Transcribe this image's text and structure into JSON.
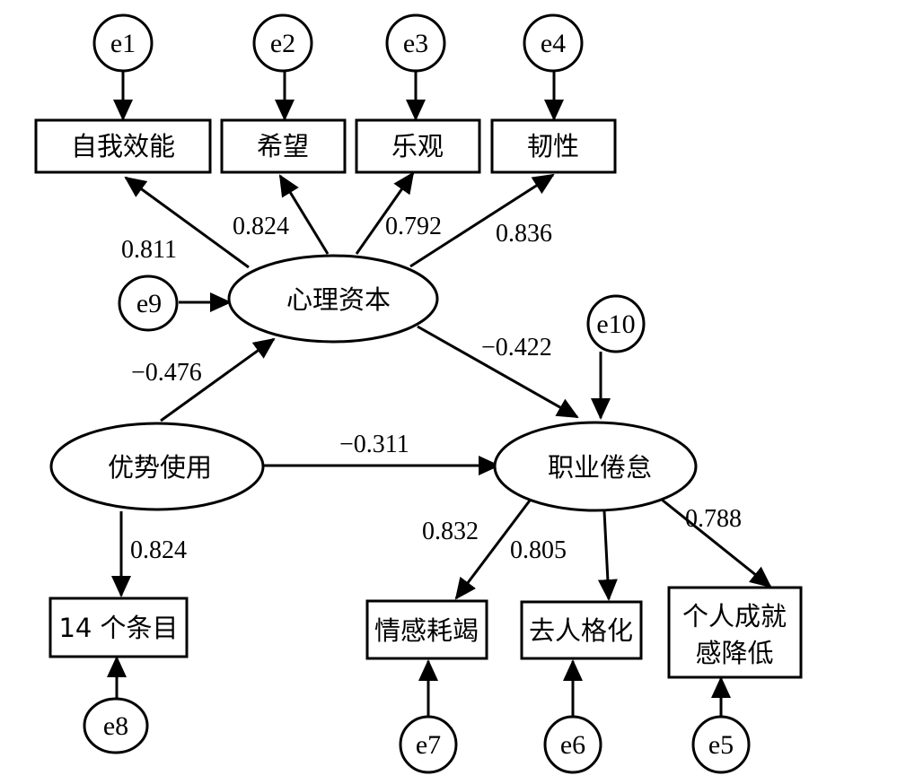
{
  "diagram": {
    "latent": {
      "psych_capital": "心理资本",
      "strength_use": "优势使用",
      "job_burnout": "职业倦怠"
    },
    "observed": {
      "self_efficacy": "自我效能",
      "hope": "希望",
      "optimism": "乐观",
      "resilience": "韧性",
      "items14": "14 个条目",
      "emotional_exhaustion": "情感耗竭",
      "depersonalization": "去人格化",
      "reduced_accomplishment_line1": "个人成就",
      "reduced_accomplishment_line2": "感降低"
    },
    "errors": {
      "e1": "e1",
      "e2": "e2",
      "e3": "e3",
      "e4": "e4",
      "e5": "e5",
      "e6": "e6",
      "e7": "e7",
      "e8": "e8",
      "e9": "e9",
      "e10": "e10"
    },
    "coefficients": {
      "pc_self_efficacy": "0.811",
      "pc_hope": "0.824",
      "pc_optimism": "0.792",
      "pc_resilience": "0.836",
      "su_pc": "−0.476",
      "pc_jb": "−0.422",
      "su_jb": "−0.311",
      "su_items": "0.824",
      "jb_exhaustion": "0.832",
      "jb_depersonalization": "0.805",
      "jb_accomplishment": "0.788"
    }
  }
}
